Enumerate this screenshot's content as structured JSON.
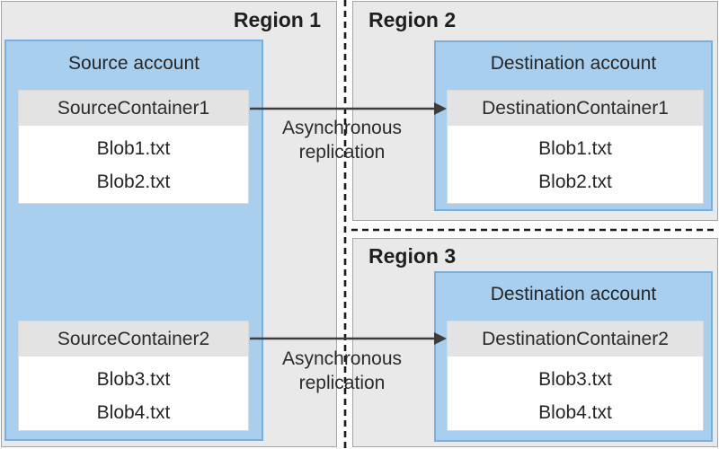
{
  "regions": {
    "region1": {
      "title": "Region 1"
    },
    "region2": {
      "title": "Region 2"
    },
    "region3": {
      "title": "Region 3"
    }
  },
  "accounts": {
    "source": {
      "title": "Source account"
    },
    "destination1": {
      "title": "Destination account"
    },
    "destination2": {
      "title": "Destination account"
    }
  },
  "containers": {
    "source1": {
      "name": "SourceContainer1",
      "blobs": [
        "Blob1.txt",
        "Blob2.txt"
      ]
    },
    "source2": {
      "name": "SourceContainer2",
      "blobs": [
        "Blob3.txt",
        "Blob4.txt"
      ]
    },
    "destination1": {
      "name": "DestinationContainer1",
      "blobs": [
        "Blob1.txt",
        "Blob2.txt"
      ]
    },
    "destination2": {
      "name": "DestinationContainer2",
      "blobs": [
        "Blob3.txt",
        "Blob4.txt"
      ]
    }
  },
  "arrows": {
    "arrow1": {
      "label": "Asynchronous replication"
    },
    "arrow2": {
      "label": "Asynchronous replication"
    }
  },
  "colors": {
    "region_fill": "#e9e9e9",
    "region_border": "#a6a6a6",
    "account_fill": "#a8d0ee",
    "account_border": "#79afdf",
    "container_header_fill": "#e3e3e3",
    "container_body_fill": "#ffffff",
    "arrow": "#3d3d3d",
    "dashed_divider": "#1a1a1a",
    "text": "#262626"
  }
}
